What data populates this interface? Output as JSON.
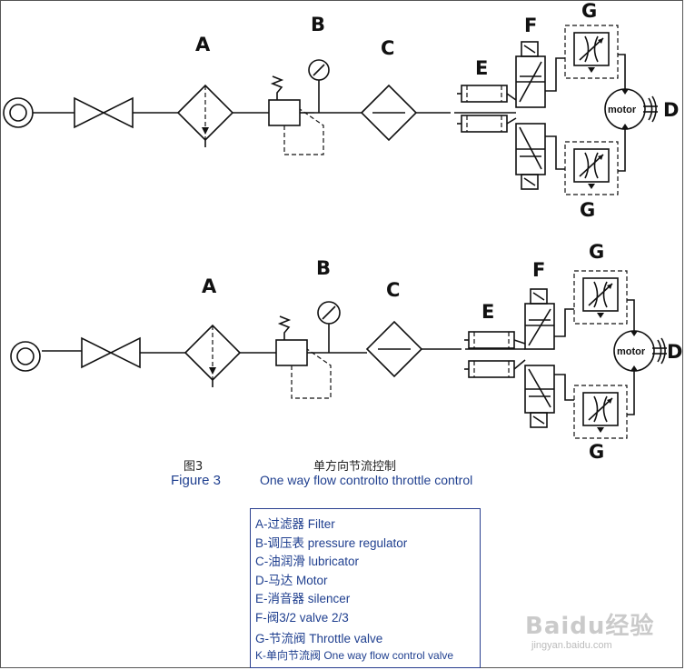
{
  "labels": {
    "a": "A",
    "b": "B",
    "c": "C",
    "d": "D",
    "e": "E",
    "f": "F",
    "g": "G",
    "motor": "motor"
  },
  "caption": {
    "figure_cn": "图3",
    "figure_en": "Figure 3",
    "title_cn": "单方向节流控制",
    "title_en": "One way flow controlto throttle control"
  },
  "legend": {
    "items": [
      "A-过滤器  Filter",
      "B-调压表 pressure regulator",
      "C-油润滑 lubricator",
      "D-马达 Motor",
      "E-消音器 silencer",
      "F-阀3/2  valve 2/3",
      "G-节流阀 Throttle valve",
      "K-单向节流阀 One way flow control valve"
    ]
  },
  "watermark": {
    "brand": "Baidu经验",
    "url": "jingyan.baidu.com"
  },
  "colors": {
    "ink": "#111111",
    "caption_blue": "#1f3f8f",
    "legend_border": "#2a3f8f"
  }
}
